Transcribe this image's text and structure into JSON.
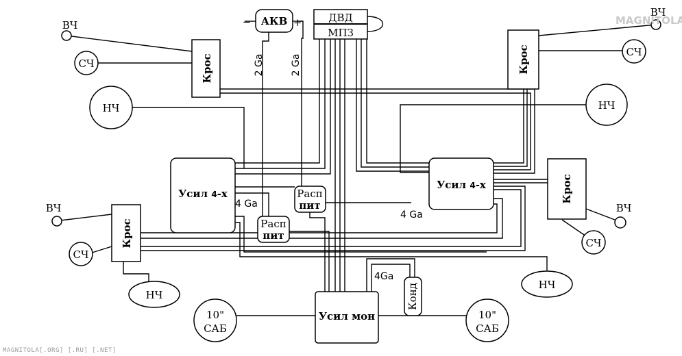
{
  "battery": {
    "label": "АКВ",
    "minus": "−",
    "plus": "+"
  },
  "headunit": {
    "top": "ДВД",
    "bottom": "МПЗ"
  },
  "wire_gauges": {
    "power_left": "2 Ga",
    "power_right": "2 Ga",
    "amp_left": "4 Ga",
    "amp_right": "4 Ga",
    "cap": "4Ga"
  },
  "crossovers": {
    "label": "Крос"
  },
  "speakers": {
    "tweeter": "ВЧ",
    "mid": "СЧ",
    "low": "НЧ"
  },
  "amplifier_4ch": {
    "label_left": "Усил ",
    "label_num": "4",
    "label_right": "-х"
  },
  "amplifier_mono": {
    "label": "Усил мон"
  },
  "distribution": {
    "line1": "Расп",
    "line2": "пит"
  },
  "capacitor": {
    "label": "Конд"
  },
  "subwoofer": {
    "size": "10\"",
    "label": "САБ"
  },
  "watermark": {
    "text": "MAGNITOLA[.ORG] [.RU] [.NET]",
    "logo": "MAGNITOLA"
  }
}
